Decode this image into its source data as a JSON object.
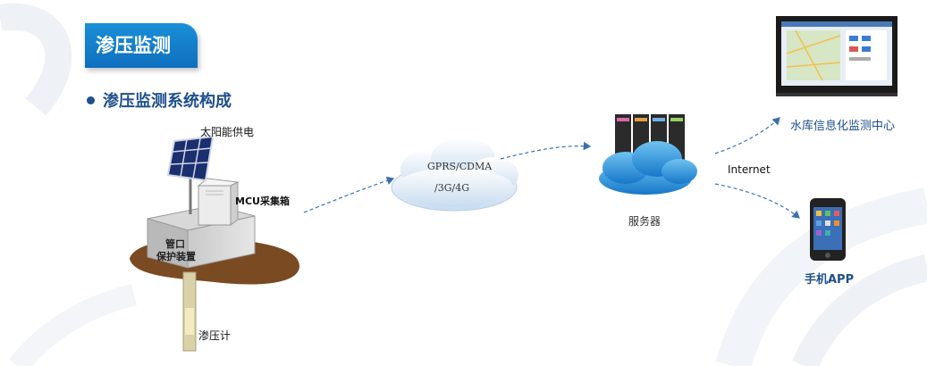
{
  "header": {
    "title": "渗压监测"
  },
  "section": {
    "subtitle": "渗压监测系统构成"
  },
  "diagram": {
    "labels": {
      "solar": "太阳能供电",
      "mcu": "MCU采集箱",
      "pipe_line1": "管口",
      "pipe_line2": "保护装置",
      "piezometer": "渗压计",
      "network_line1": "GPRS/CDMA",
      "network_line2": "/3G/4G",
      "server": "服务器",
      "internet": "Internet",
      "monitoring_center": "水库信息化监测中心",
      "mobile_app": "手机APP"
    }
  },
  "colors": {
    "accent": "#1a8fd8",
    "heading": "#1f4f8c",
    "arrow": "#3a6fb0",
    "ground": "#7a4a22"
  }
}
